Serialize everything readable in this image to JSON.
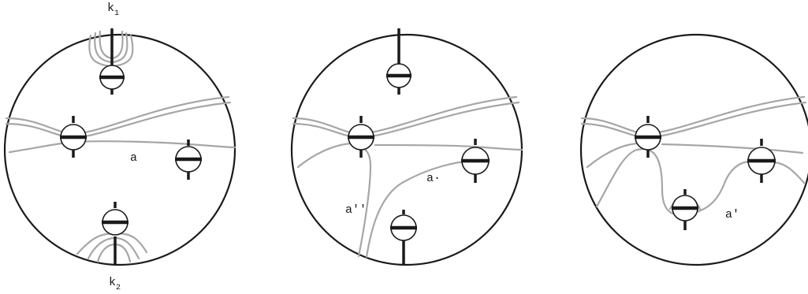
{
  "panels": [
    {
      "id": "left",
      "labels": {
        "k1": {
          "base": "k",
          "sub": "1"
        },
        "k2": {
          "base": "k",
          "sub": "2"
        },
        "a": "a"
      }
    },
    {
      "id": "middle",
      "labels": {
        "a_double_prime": "a′′",
        "a_dot": "a·"
      }
    },
    {
      "id": "right",
      "labels": {
        "a_prime": "a′"
      }
    }
  ],
  "colors": {
    "boundary": "#1a1a1a",
    "arcs": "#a6a6a6",
    "crossings": "#1a1a1a",
    "background": "#ffffff"
  }
}
